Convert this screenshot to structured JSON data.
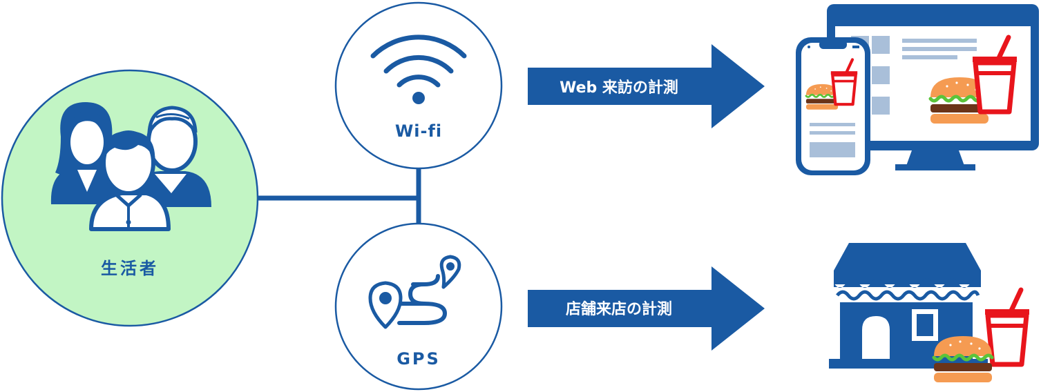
{
  "consumer": {
    "label": "生活者"
  },
  "channels": [
    {
      "id": "wifi",
      "label": "Wi-fi",
      "arrow_label": "Web 来訪の計測"
    },
    {
      "id": "gps",
      "label": "GPS",
      "arrow_label": "店舗来店の計測"
    }
  ],
  "colors": {
    "primary": "#1a5aa3",
    "consumer_fill": "#c2f5c4",
    "mark_fill": "#a9bfd9",
    "red": "#e8151c",
    "bun": "#f59b52",
    "lettuce": "#5ac43a",
    "patty": "#6b3419"
  }
}
